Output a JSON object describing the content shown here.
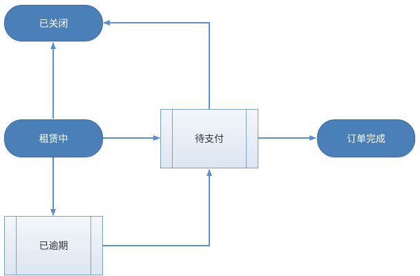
{
  "nodes": {
    "closed": {
      "label": "已关闭"
    },
    "renting": {
      "label": "租赁中"
    },
    "pending_payment": {
      "label": "待支付"
    },
    "order_complete": {
      "label": "订单完成"
    },
    "overdue": {
      "label": "已逾期"
    }
  },
  "colors": {
    "terminal_fill": "#4a7fb8",
    "process_border": "#7aa0c8",
    "connector": "#5b8fc9"
  }
}
